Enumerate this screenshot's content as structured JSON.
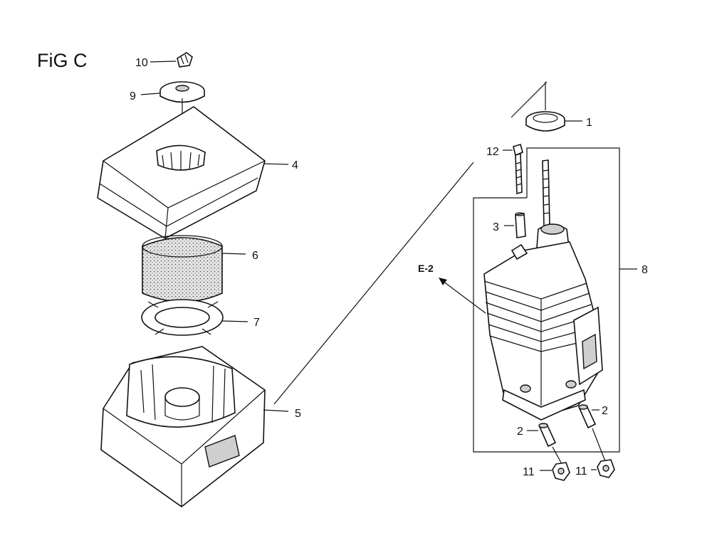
{
  "figure": {
    "title": "FiG C"
  },
  "callouts": {
    "c1": "1",
    "c2a": "2",
    "c2b": "2",
    "c3": "3",
    "c4": "4",
    "c5": "5",
    "c6": "6",
    "c7": "7",
    "c8": "8",
    "c9": "9",
    "c10": "10",
    "c11a": "11",
    "c11b": "11",
    "c12": "12",
    "ref": "E-2"
  }
}
